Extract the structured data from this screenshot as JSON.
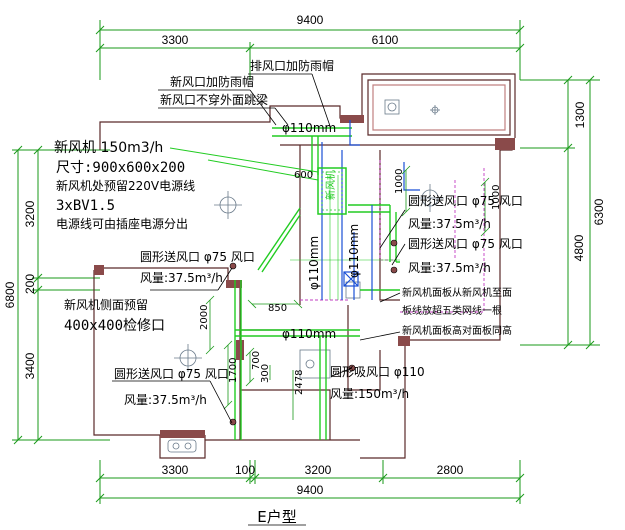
{
  "colors": {
    "dimension": "#1a9a1a",
    "wall": "#5a2a2a",
    "wall_fill": "#8a4a4a",
    "duct": "#22cc22",
    "pipe": "#1a4fd6",
    "callout": "#000000",
    "furniture": "#6a7a8a",
    "magenta": "#c23cc2"
  },
  "dims_top": {
    "overall": "9400",
    "left": "3300",
    "right": "6100"
  },
  "dims_bottom": {
    "seg1": "3300",
    "seg2": "100",
    "seg3": "3200",
    "seg4": "2800",
    "overall": "9400"
  },
  "dims_left": {
    "overall": "6800",
    "upper": "3200",
    "middle": "200",
    "lower": "3400"
  },
  "dims_right": {
    "top": "1300",
    "overall": "6300",
    "lower": "4800"
  },
  "inner_dims": {
    "d600": "600",
    "d1000a": "1000",
    "d1000b": "1000",
    "d850": "850",
    "d2000": "2000",
    "d700": "700",
    "d1700": "1700",
    "d2478": "2478",
    "d300": "300"
  },
  "annotations": {
    "exhaust_cap": "排风口加防雨帽",
    "fresh_cap": "新风口加防雨帽",
    "fresh_no_beam": "新风口不穿外面跳梁",
    "unit_model": "新风机 150m3/h",
    "unit_size": "尺寸:900x600x200",
    "unit_power": "新风机处预留220V电源线",
    "unit_wire": "3xBV1.5",
    "unit_outlet": "电源线可由插座电源分出",
    "round_supply": "圆形送风口 φ75 风口",
    "airflow_375": "风量:37.5m³/h",
    "access_panel_a": "新风机侧面预留",
    "access_panel_b": "400x400检修口",
    "round_supply_right_1": "圆形送风口 φ75 风口",
    "airflow_right_1": "风量:37.5m³/h",
    "round_supply_right_2": "圆形送风口 φ75 风口",
    "airflow_right_2": "风量:37.5m³/h",
    "floor_routing_1": "新风机面板从新风机至面",
    "floor_routing_2": "板线放超五类网线一根",
    "panel_height": "新风机面板高对面板同高",
    "round_supply_left": "圆形送风口 φ75 风口",
    "airflow_left": "风量:37.5m³/h",
    "round_return": "圆形吸风口 φ110",
    "airflow_150": "风量:150m³/h",
    "pipe_110_top": "φ110mm",
    "pipe_110_mid": "φ110mm",
    "pipe_110_v1": "φ110mm",
    "pipe_110_v2": "φ110mm",
    "unit_box_label": "新风机"
  },
  "title": "E户型"
}
